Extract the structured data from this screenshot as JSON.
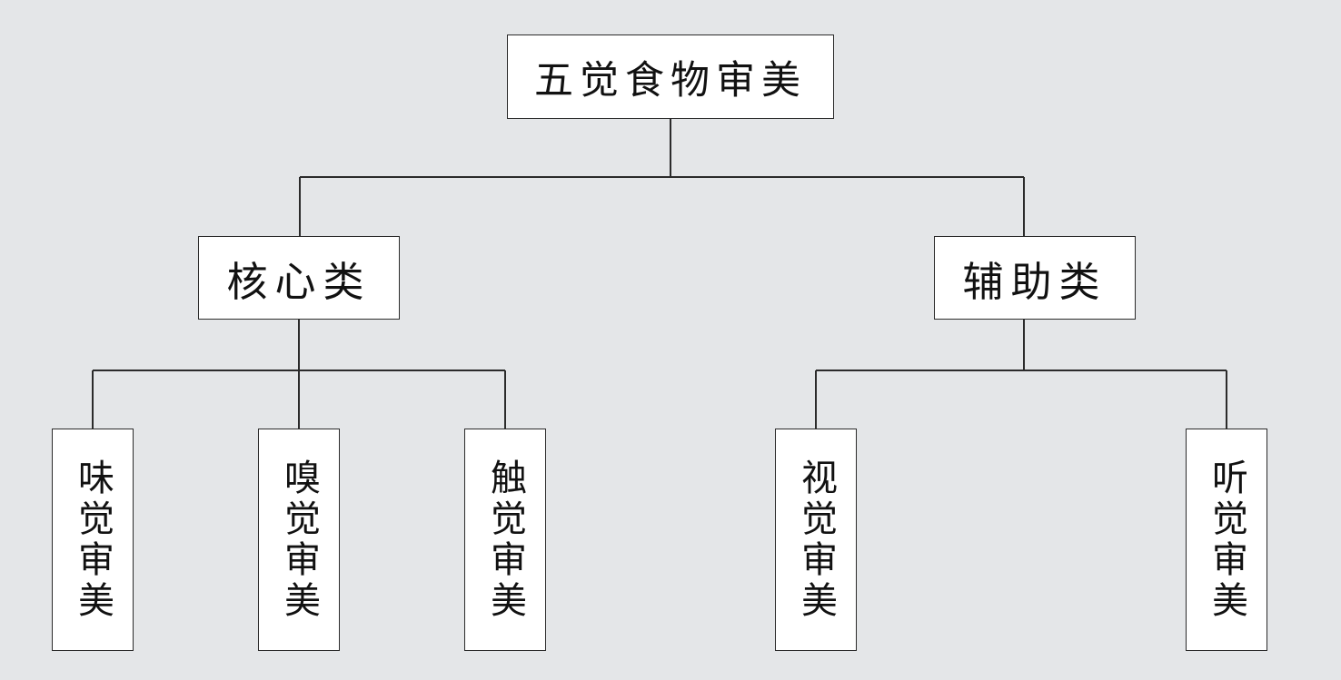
{
  "colors": {
    "background": "#e4e6e8",
    "box_fill": "#ffffff",
    "box_border": "#2b2b2b",
    "connector": "#2b2b2b",
    "text": "#111111"
  },
  "tree": {
    "root": {
      "label": "五觉食物审美"
    },
    "branches": [
      {
        "label": "核心类",
        "children": [
          {
            "label": "味觉审美"
          },
          {
            "label": "嗅觉审美"
          },
          {
            "label": "触觉审美"
          }
        ]
      },
      {
        "label": "辅助类",
        "children": [
          {
            "label": "视觉审美"
          },
          {
            "label": "听觉审美"
          }
        ]
      }
    ]
  }
}
